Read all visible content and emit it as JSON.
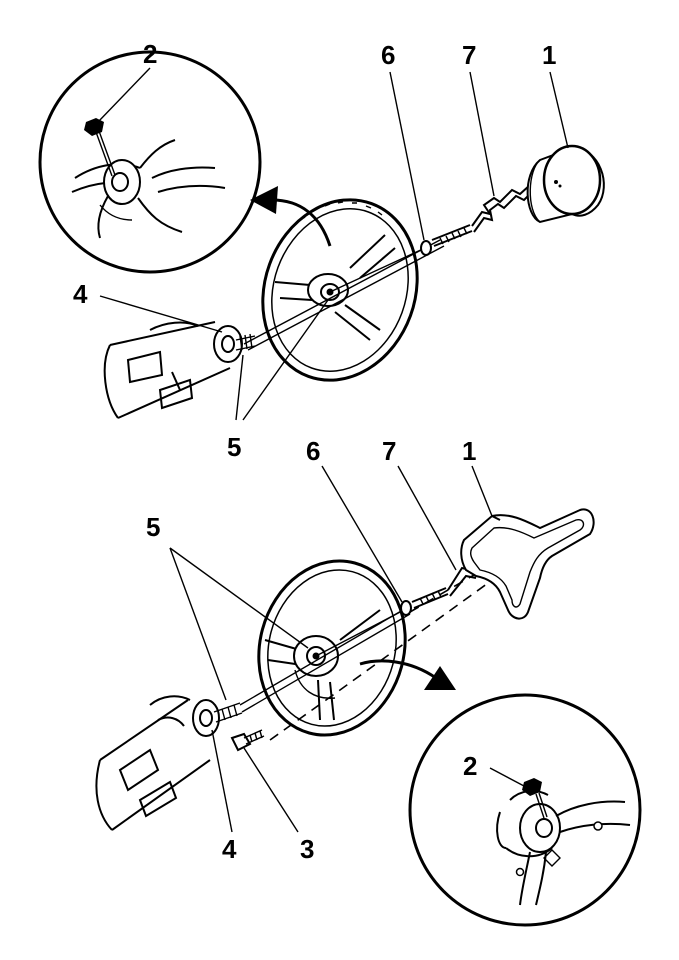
{
  "top_view": {
    "labels": {
      "airbag_module": "1",
      "detail_connector": "2",
      "column_connector": "4",
      "column_fasteners": "5",
      "wheel_connector": "6",
      "coil_lead": "7"
    }
  },
  "bottom_view": {
    "labels": {
      "airbag_module": "1",
      "detail_connector": "2",
      "bolt": "3",
      "column_connector": "4",
      "column_fasteners": "5",
      "wheel_connector": "6",
      "coil_lead": "7"
    }
  }
}
